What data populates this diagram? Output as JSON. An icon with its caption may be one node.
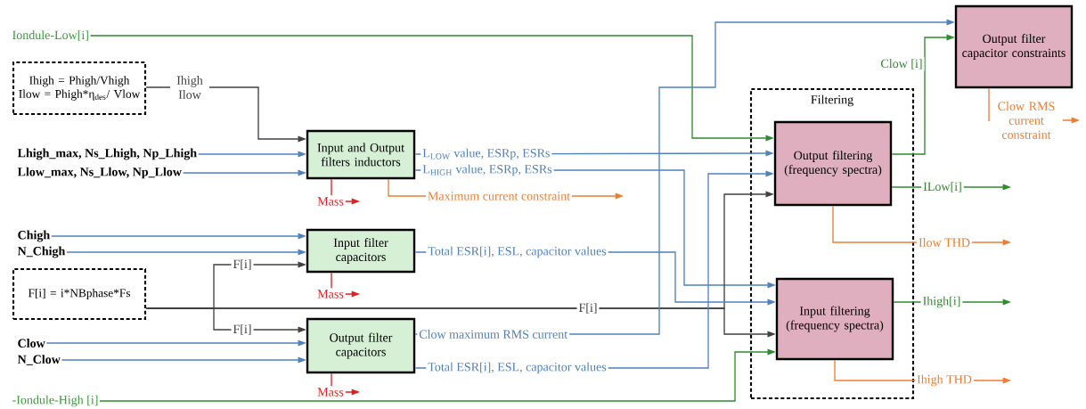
{
  "diagram": {
    "nodes": [
      {
        "text": [
          "Iondule-Low[i]"
        ]
      },
      {
        "text": [
          "Ihigh = Phigh/Vhigh Ilow = Phigh*η$_{des}$/ Vlow"
        ]
      },
      {
        "text": [
          "Lhigh_max, Ns_Lhigh, Np_Lhigh"
        ]
      },
      {
        "text": [
          "Llow_max, Ns_Llow, Np_Llow"
        ]
      },
      {
        "text": [
          "Input and Output filters inductors"
        ]
      },
      {
        "text": [
          "Chigh"
        ]
      },
      {
        "text": [
          "N_Chigh"
        ]
      },
      {
        "text": [
          "F[i] = i*NBphase*Fs"
        ]
      },
      {
        "text": [
          "Input filter capacitors"
        ]
      },
      {
        "text": [
          "Clow"
        ]
      },
      {
        "text": [
          "N_Clow"
        ]
      },
      {
        "text": [
          "Output filter capacitors"
        ]
      },
      {
        "text": [
          "-Iondule-High [i]"
        ]
      },
      {
        "text": [
          "Filtering"
        ]
      },
      {
        "text": [
          "Output filtering (frequency spectra)"
        ],
        "in": 13
      },
      {
        "text": [
          "Input filtering (frequency spectra)"
        ],
        "in": 13
      },
      {
        "text": [
          "Output filter capacitor constraints"
        ]
      }
    ],
    "edges": [
      {
        "from": 0,
        "to": 14,
        "arrow": "to",
        "color": "#2e8b2e"
      },
      {
        "from": 1,
        "to": 4,
        "arrow": "to",
        "label": "Ihigh Ilow",
        "color": "#404040"
      },
      {
        "from": 2,
        "to": 4,
        "arrow": "to"
      },
      {
        "from": 3,
        "to": 4,
        "arrow": "to"
      },
      {
        "from": 4,
        "to": 14,
        "arrow": "to",
        "label": "L$_{LOW}$ value, ESRp, ESRs"
      },
      {
        "from": 4,
        "to": 15,
        "arrow": "to",
        "label": "L$_{HIGH}$ value, ESRp, ESRs"
      },
      {
        "from": 5,
        "to": 8,
        "arrow": "to"
      },
      {
        "from": 6,
        "to": 8,
        "arrow": "to"
      },
      {
        "from": 7,
        "to": 8,
        "arrow": "to",
        "label": "F[i]",
        "color": "#404040"
      },
      {
        "from": 7,
        "to": 11,
        "arrow": "to",
        "label": "F[i]",
        "color": "#404040"
      },
      {
        "from": 7,
        "to": 14,
        "arrow": "to",
        "label": "F[i]",
        "color": "#404040"
      },
      {
        "from": 7,
        "to": 15,
        "arrow": "to",
        "color": "#404040"
      },
      {
        "from": 8,
        "to": 15,
        "arrow": "to",
        "label": "Total ESR[i], ESL, capacitor values"
      },
      {
        "from": 9,
        "to": 11,
        "arrow": "to"
      },
      {
        "from": 10,
        "to": 11,
        "arrow": "to"
      },
      {
        "from": 11,
        "to": 16,
        "arrow": "to",
        "label": "Clow maximum RMS current"
      },
      {
        "from": 11,
        "to": 14,
        "arrow": "to",
        "label": "Total ESR[i], ESL, capacitor values"
      },
      {
        "from": 12,
        "to": 15,
        "arrow": "to",
        "color": "#2e8b2e"
      },
      {
        "from": 14,
        "to": 16,
        "arrow": "to",
        "label": "Clow [i]",
        "color": "#2e8b2e"
      },
      {
        "from": 14,
        "to": null,
        "arrow": "to",
        "label": "ILow[i]",
        "color": "#2e8b2e"
      },
      {
        "from": 15,
        "to": null,
        "arrow": "to",
        "label": "Ihigh[i]",
        "color": "#2e8b2e"
      },
      {
        "from": 14,
        "to": null,
        "arrow": "to",
        "label": "Ilow THD",
        "color": "#ed7d31"
      },
      {
        "from": 15,
        "to": null,
        "arrow": "to",
        "label": "Ihigh THD",
        "color": "#ed7d31"
      },
      {
        "from": 16,
        "to": null,
        "arrow": "to",
        "label": "Clow RMS current constraint",
        "color": "#ed7d31"
      },
      {
        "from": 4,
        "to": null,
        "arrow": "to",
        "label": "Maximum current constraint",
        "color": "#ed7d31"
      },
      {
        "from": 4,
        "to": null,
        "arrow": "to",
        "label": "Mass",
        "color": "#e02020"
      },
      {
        "from": 8,
        "to": null,
        "arrow": "to",
        "label": "Mass",
        "color": "#e02020"
      },
      {
        "from": 11,
        "to": null,
        "arrow": "to",
        "label": "Mass",
        "color": "#e02020"
      }
    ]
  }
}
